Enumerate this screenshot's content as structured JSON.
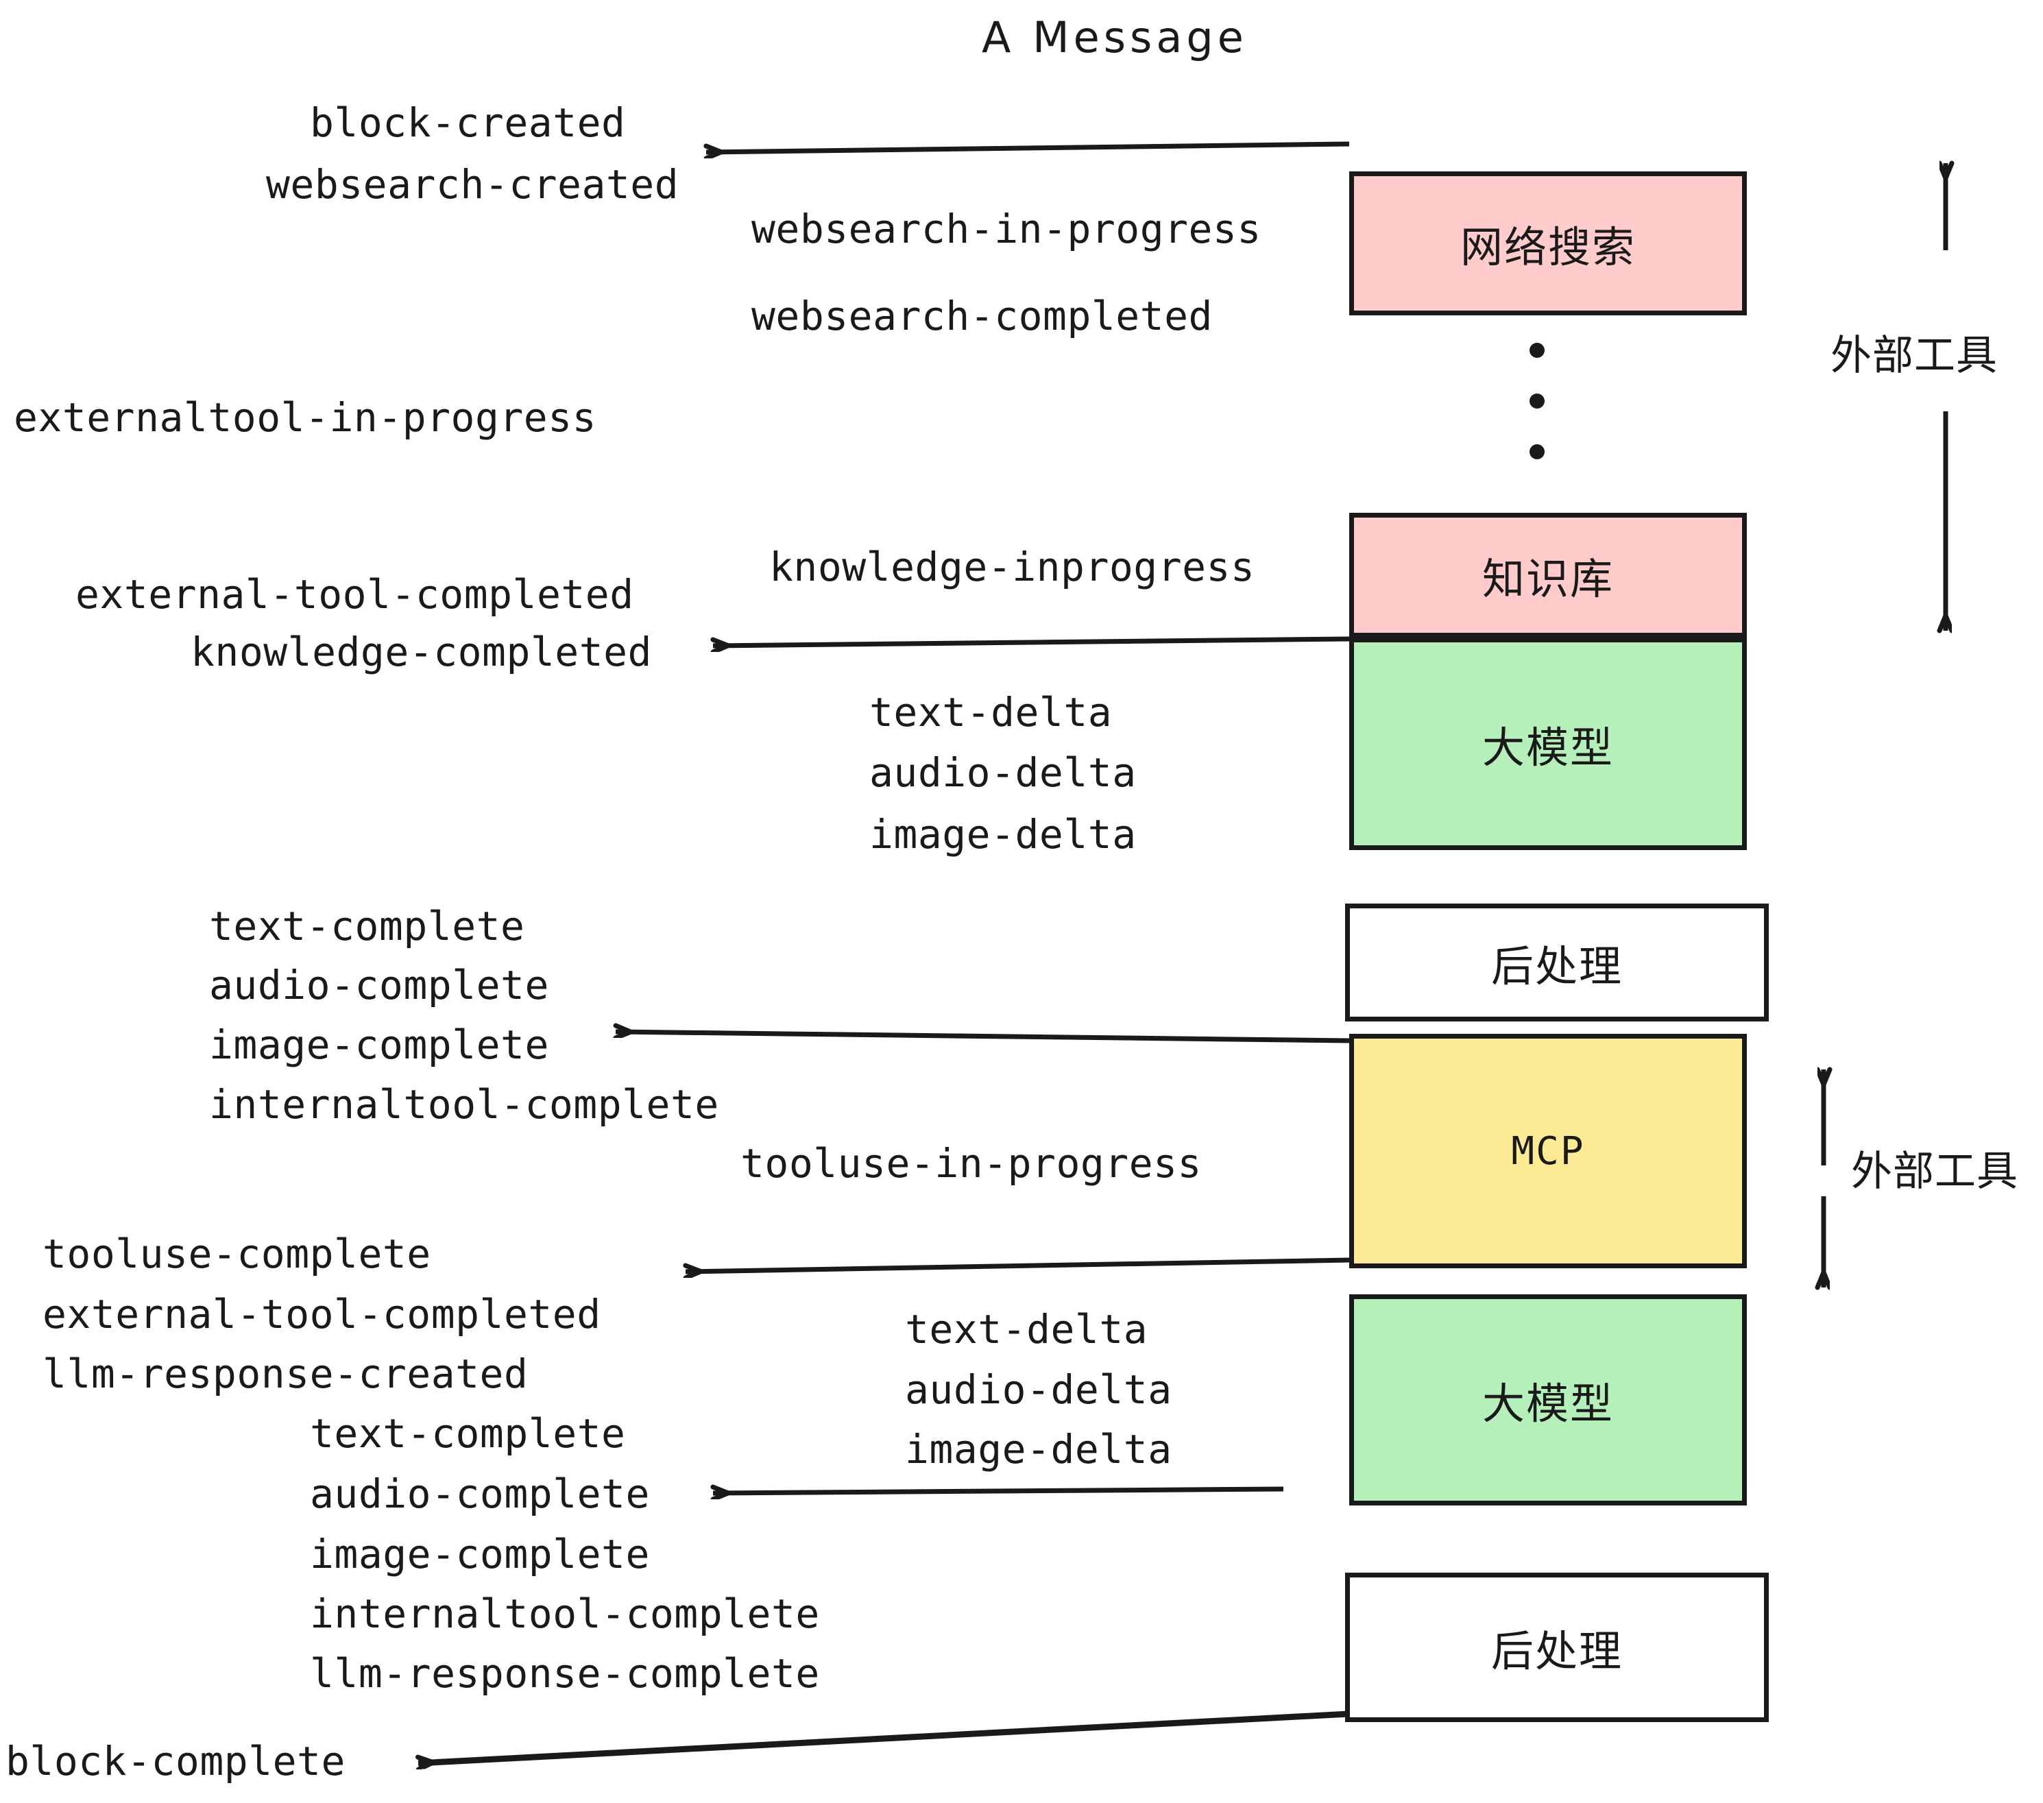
{
  "diagram": {
    "title": "A Message",
    "colors": {
      "pink": "#FFCCCB",
      "green": "#B5F0BB",
      "yellow": "#FCEB94",
      "white": "#FFFFFF",
      "stroke": "#1A1A1A"
    },
    "nodes": [
      {
        "id": "websearch",
        "label": "网络搜索",
        "fill": "#FFCCCB"
      },
      {
        "id": "knowledge",
        "label": "知识库",
        "fill": "#FFCCCB"
      },
      {
        "id": "llm-top",
        "label": "大模型",
        "fill": "#B5F0BB"
      },
      {
        "id": "post-top",
        "label": "后处理",
        "fill": "#FFFFFF"
      },
      {
        "id": "mcp",
        "label": "MCP",
        "fill": "#FCEB94"
      },
      {
        "id": "llm-bottom",
        "label": "大模型",
        "fill": "#B5F0BB"
      },
      {
        "id": "post-bottom",
        "label": "后处理",
        "fill": "#FFFFFF"
      }
    ],
    "side_labels": [
      {
        "id": "external-tool-upper",
        "label": "外部工具"
      },
      {
        "id": "external-tool-lower",
        "label": "外部工具"
      }
    ],
    "events": [
      {
        "id": "block-created",
        "text": "block-created"
      },
      {
        "id": "websearch-created",
        "text": "websearch-created"
      },
      {
        "id": "websearch-in-progress",
        "text": "websearch-in-progress"
      },
      {
        "id": "websearch-completed",
        "text": "websearch-completed"
      },
      {
        "id": "externaltool-in-progress",
        "text": "externaltool-in-progress"
      },
      {
        "id": "knowledge-inprogress",
        "text": "knowledge-inprogress"
      },
      {
        "id": "external-tool-completed-1",
        "text": "external-tool-completed"
      },
      {
        "id": "knowledge-completed",
        "text": "knowledge-completed"
      },
      {
        "id": "text-delta-1",
        "text": "text-delta"
      },
      {
        "id": "audio-delta-1",
        "text": "audio-delta"
      },
      {
        "id": "image-delta-1",
        "text": "image-delta"
      },
      {
        "id": "text-complete-1",
        "text": "text-complete"
      },
      {
        "id": "audio-complete-1",
        "text": "audio-complete"
      },
      {
        "id": "image-complete-1",
        "text": "image-complete"
      },
      {
        "id": "internaltool-complete-1",
        "text": "internaltool-complete"
      },
      {
        "id": "tooluse-in-progress",
        "text": "tooluse-in-progress"
      },
      {
        "id": "tooluse-complete",
        "text": "tooluse-complete"
      },
      {
        "id": "external-tool-completed-2",
        "text": "external-tool-completed"
      },
      {
        "id": "llm-response-created",
        "text": "llm-response-created"
      },
      {
        "id": "text-delta-2",
        "text": "text-delta"
      },
      {
        "id": "audio-delta-2",
        "text": "audio-delta"
      },
      {
        "id": "image-delta-2",
        "text": "image-delta"
      },
      {
        "id": "text-complete-2",
        "text": "text-complete"
      },
      {
        "id": "audio-complete-2",
        "text": "audio-complete"
      },
      {
        "id": "image-complete-2",
        "text": "image-complete"
      },
      {
        "id": "internaltool-complete-2",
        "text": "internaltool-complete"
      },
      {
        "id": "llm-response-complete",
        "text": "llm-response-complete"
      },
      {
        "id": "block-complete",
        "text": "block-complete"
      }
    ]
  }
}
